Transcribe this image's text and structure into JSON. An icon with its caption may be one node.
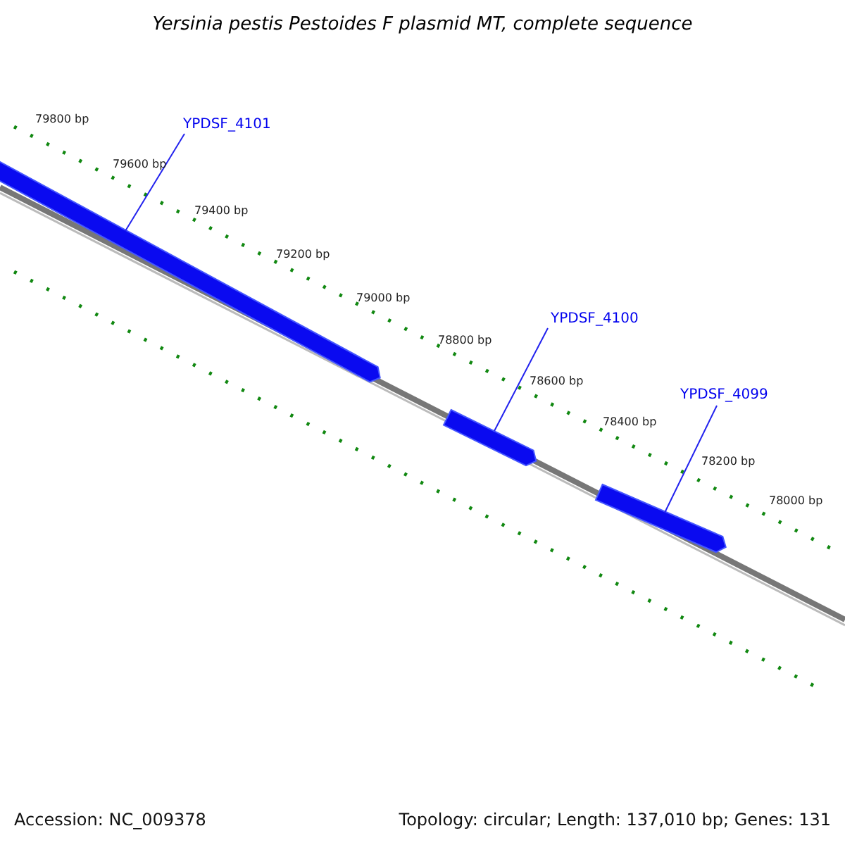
{
  "diagram": {
    "title": "Yersinia pestis Pestoides F plasmid MT, complete sequence",
    "nodes": [
      {
        "text": [
          "YPDSF_4101"
        ]
      },
      {
        "text": [],
        "shape": "bar"
      },
      {
        "text": [
          "YPDSF_4100"
        ]
      },
      {
        "text": [],
        "shape": "bar"
      },
      {
        "text": [
          "YPDSF_4099"
        ]
      },
      {
        "text": [],
        "shape": "bar"
      }
    ],
    "edges": [
      {
        "from": 0,
        "to": 1,
        "arrow": "none"
      },
      {
        "from": 2,
        "to": 3,
        "arrow": "none"
      },
      {
        "from": 4,
        "to": 5,
        "arrow": "none"
      }
    ],
    "labels": [
      "79800 bp",
      "79600 bp",
      "79400 bp",
      "79200 bp",
      "79000 bp",
      "78800 bp",
      "78600 bp",
      "78400 bp",
      "78200 bp",
      "78000 bp",
      "Accession: NC_009378",
      "Topology: circular; Length: 137,010 bp; Genes: 131"
    ]
  }
}
